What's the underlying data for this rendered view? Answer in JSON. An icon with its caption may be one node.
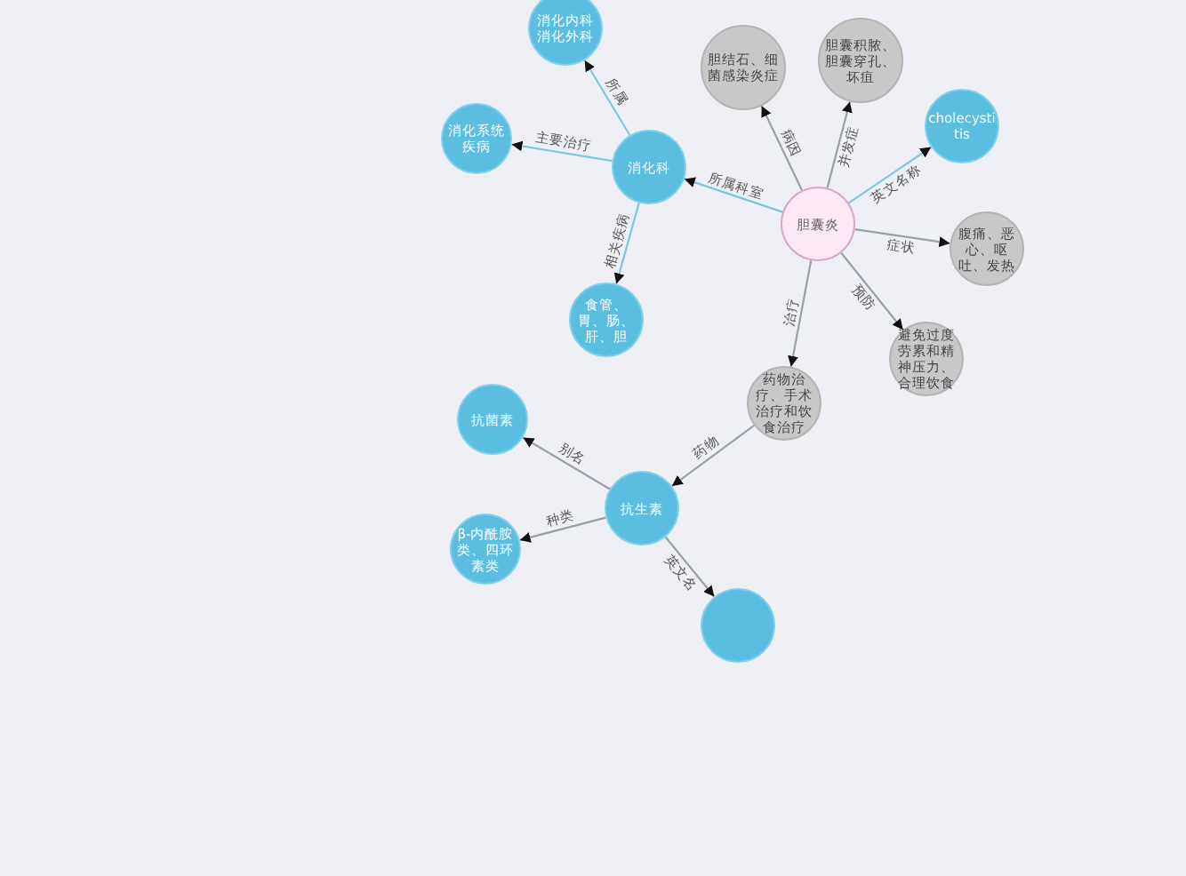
{
  "diagram": {
    "nodes": [
      {
        "text": [
          "胆囊炎"
        ]
      },
      {
        "text": [
          "消化科"
        ]
      },
      {
        "text": [
          "胆结石、细菌感染炎症"
        ]
      },
      {
        "text": [
          "胆囊积脓、胆囊穿孔、坏疽"
        ]
      },
      {
        "text": [
          "cholecystitis"
        ]
      },
      {
        "text": [
          "腹痛、恶心、呕吐、发热"
        ]
      },
      {
        "text": [
          "避免过度劳累和精神压力、合理饮食"
        ]
      },
      {
        "text": [
          "药物治疗、手术治疗和饮食治疗"
        ]
      },
      {
        "text": [
          "消化内科消化外科"
        ]
      },
      {
        "text": [
          "消化系统疾病"
        ]
      },
      {
        "text": [
          "食管、胃、肠、肝、胆"
        ]
      },
      {
        "text": [
          "抗生素"
        ]
      },
      {
        "text": [
          "抗菌素"
        ]
      },
      {
        "text": [
          "β-内酰胺类、四环素类"
        ]
      },
      {
        "text": [],
        "shape": "circle"
      }
    ],
    "edges": [
      {
        "from": 0,
        "to": 1,
        "arrow": "to",
        "label": "所属科室",
        "color": "#7cc6df"
      },
      {
        "from": 0,
        "to": 2,
        "arrow": "to",
        "label": "病因"
      },
      {
        "from": 0,
        "to": 3,
        "arrow": "to",
        "label": "并发症"
      },
      {
        "from": 0,
        "to": 4,
        "arrow": "to",
        "label": "英文名称",
        "color": "#7cc6df"
      },
      {
        "from": 0,
        "to": 5,
        "arrow": "to",
        "label": "症状"
      },
      {
        "from": 0,
        "to": 6,
        "arrow": "to",
        "label": "预防"
      },
      {
        "from": 0,
        "to": 7,
        "arrow": "to",
        "label": "治疗"
      },
      {
        "from": 1,
        "to": 8,
        "arrow": "to",
        "label": "所属",
        "color": "#7cc6df"
      },
      {
        "from": 1,
        "to": 9,
        "arrow": "to",
        "label": "主要治疗",
        "color": "#7cc6df"
      },
      {
        "from": 1,
        "to": 10,
        "arrow": "to",
        "label": "相关疾病",
        "color": "#7cc6df"
      },
      {
        "from": 7,
        "to": 11,
        "arrow": "to",
        "label": "药物"
      },
      {
        "from": 11,
        "to": 12,
        "arrow": "to",
        "label": "别名"
      },
      {
        "from": 11,
        "to": 13,
        "arrow": "to",
        "label": "种类"
      },
      {
        "from": 11,
        "to": 14,
        "arrow": "to",
        "label": "英文名"
      }
    ]
  }
}
